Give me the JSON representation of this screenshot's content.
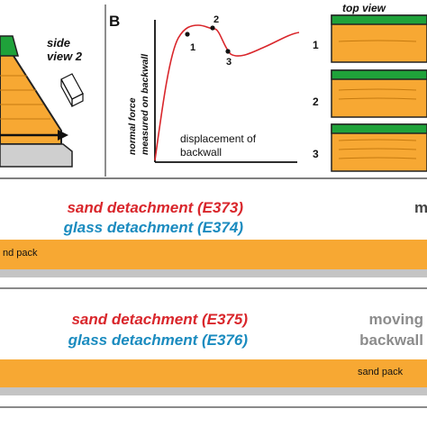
{
  "panel_b": {
    "letter": "B",
    "y_axis_label_line1": "normal force",
    "y_axis_label_line2": "measured on backwall",
    "x_axis_label_line1": "displacement of",
    "x_axis_label_line2": "backwall",
    "points": [
      "1",
      "2",
      "3"
    ]
  },
  "side_view": {
    "line1": "side",
    "line2": "view 2"
  },
  "top_view": {
    "title": "top view",
    "numbers": [
      "1",
      "2",
      "3"
    ]
  },
  "exp_top": {
    "sand": "sand detachment (E373)",
    "glass": "glass detachment (E374)",
    "pack": "nd pack",
    "edge_label": "m"
  },
  "exp_bottom": {
    "sand": "sand detachment (E375)",
    "glass": "glass detachment (E376)",
    "pack": "sand pack",
    "moving_line1": "moving",
    "moving_line2": "backwall"
  },
  "colors": {
    "sand": "#f7a833",
    "green": "#1fa23a",
    "gray": "#bdbdbd",
    "red": "#d9262b",
    "blue": "#1a8bbf",
    "curve": "#d9262b"
  }
}
